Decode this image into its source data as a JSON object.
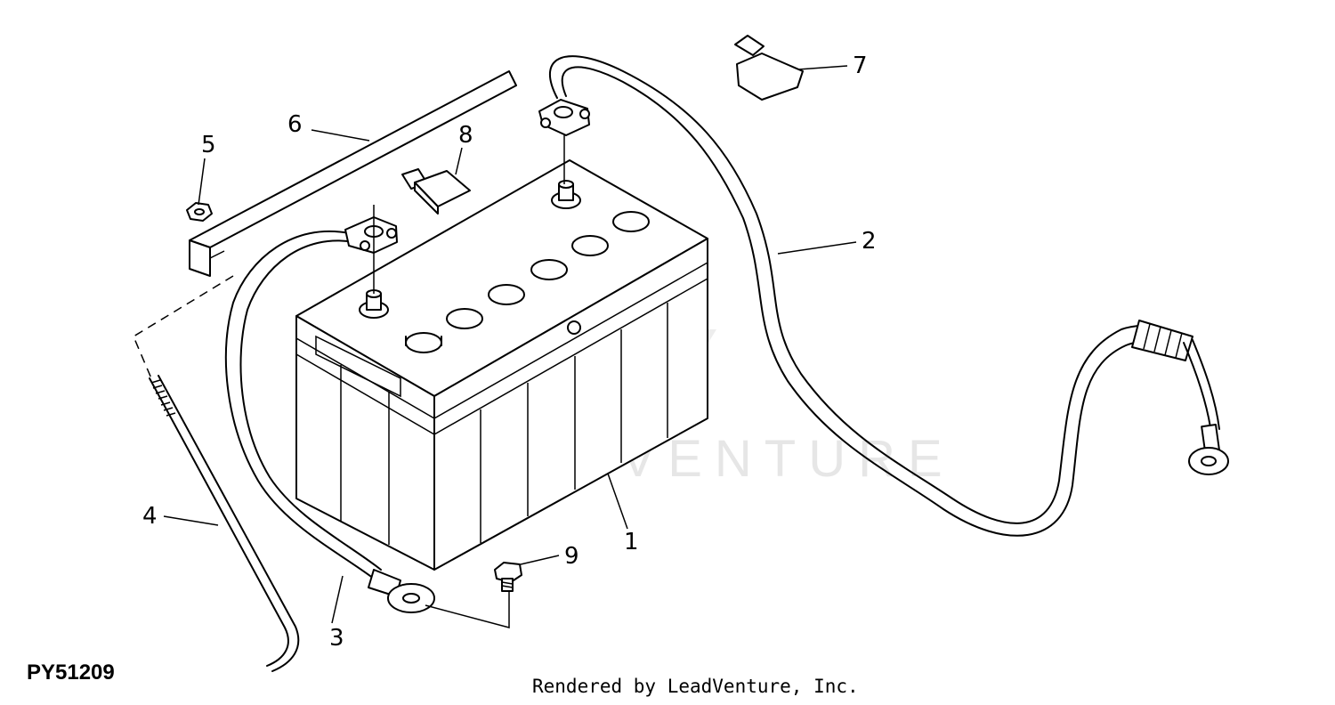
{
  "figure": {
    "id_label": "PY51209",
    "credit": "Rendered by LeadVenture, Inc.",
    "watermark": "LEADVENTURE"
  },
  "callouts": [
    {
      "number": "1",
      "part": "battery"
    },
    {
      "number": "2",
      "part": "positive-cable"
    },
    {
      "number": "3",
      "part": "negative-cable"
    },
    {
      "number": "4",
      "part": "hold-down-rod"
    },
    {
      "number": "5",
      "part": "nut"
    },
    {
      "number": "6",
      "part": "hold-down-bracket"
    },
    {
      "number": "7",
      "part": "terminal-cover"
    },
    {
      "number": "8",
      "part": "terminal-cap"
    },
    {
      "number": "9",
      "part": "bolt"
    }
  ],
  "colors": {
    "line": "#000000",
    "background": "#ffffff",
    "watermark": "#e6e6e6"
  }
}
